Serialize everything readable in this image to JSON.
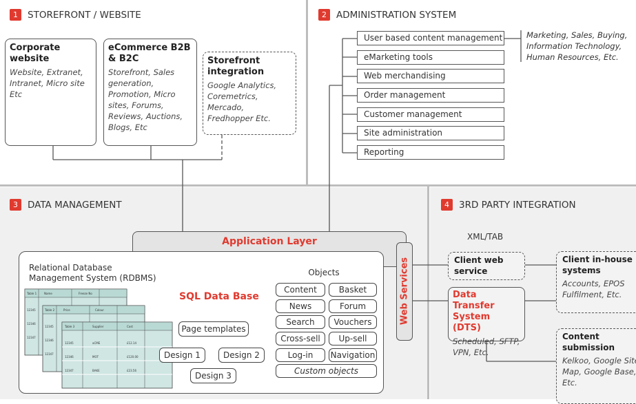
{
  "sections": {
    "s1": {
      "num": "1",
      "title": "STOREFRONT / WEBSITE"
    },
    "s2": {
      "num": "2",
      "title": "ADMINISTRATION SYSTEM"
    },
    "s3": {
      "num": "3",
      "title": "DATA MANAGEMENT"
    },
    "s4": {
      "num": "4",
      "title": "3RD PARTY INTEGRATION"
    }
  },
  "storefront": {
    "corporate": {
      "title": "Corporate website",
      "desc": "Website, Extranet, Intranet, Micro site Etc"
    },
    "ecommerce": {
      "title": "eCommerce B2B & B2C",
      "desc": "Storefront, Sales generation, Promotion, Micro sites, Forums, Reviews, Auctions, Blogs, Etc"
    },
    "integration": {
      "title": "Storefront integration",
      "desc": "Google Analytics, Coremetrics, Mercado, Fredhopper Etc."
    }
  },
  "admin": {
    "items": [
      "User based content management",
      "eMarketing tools",
      "Web merchandising",
      "Order management",
      "Customer management",
      "Site administration",
      "Reporting"
    ],
    "note": "Marketing, Sales, Buying, Information Technology, Human Resources, Etc."
  },
  "data_mgmt": {
    "app_layer": "Application Layer",
    "rdbms": "Relational Database Management System (RDBMS)",
    "sql": "SQL Data Base",
    "objects_title": "Objects",
    "objects": [
      "Content",
      "Basket",
      "News",
      "Forum",
      "Search",
      "Vouchers",
      "Cross-sell",
      "Up-sell",
      "Log-in",
      "Navigation"
    ],
    "custom_objects": "Custom objects",
    "page_templates": "Page templates",
    "designs": [
      "Design 1",
      "Design 2",
      "Design 3"
    ],
    "web_services": "Web Services",
    "table_cells": {
      "t1": [
        "Table 1",
        "Name",
        "Freeze No"
      ],
      "t2": [
        "Table 2",
        "Price",
        "Colour"
      ],
      "t3": [
        "Table 3",
        "Supplier",
        "Cost"
      ],
      "ids": [
        "12345",
        "12346",
        "12347"
      ],
      "row_vals": [
        [
          "aCME",
          "£12.14"
        ],
        [
          "MOT",
          "£120.00"
        ],
        [
          "BAKE",
          "£23.56"
        ]
      ]
    }
  },
  "third_party": {
    "xml": "XML/TAB",
    "client_ws": "Client web service",
    "dts_title": "Data Transfer System (DTS)",
    "dts_desc": "Scheduled, SFTP, VPN, Etc.",
    "inhouse_title": "Client in-house systems",
    "inhouse_desc": "Accounts, EPOS Fulfilment, Etc.",
    "content_title": "Content submission",
    "content_desc": "Kelkoo, Google Site Map, Google Base, Etc."
  },
  "colors": {
    "accent": "#e03a2f",
    "section_bg": "#f0f0f0",
    "teal_table": "#cfe6e3"
  }
}
